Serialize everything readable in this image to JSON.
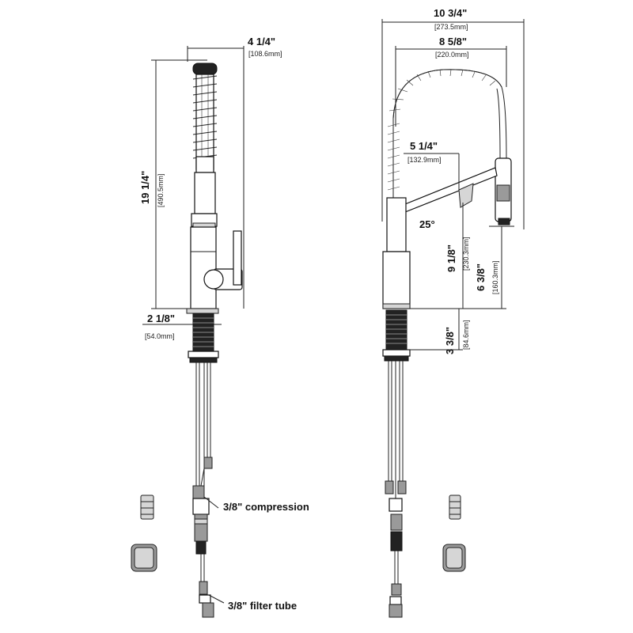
{
  "dimensions": {
    "overall_width": {
      "imperial": "10 3/4\"",
      "metric": "[273.5mm]"
    },
    "spring_width": {
      "imperial": "8 5/8\"",
      "metric": "[220.0mm]"
    },
    "side_depth": {
      "imperial": "4 1/4\"",
      "metric": "[108.6mm]"
    },
    "total_height": {
      "imperial": "19 1/4\"",
      "metric": "[490.5mm]"
    },
    "base_diameter": {
      "imperial": "2 1/8\"",
      "metric": "[54.0mm]"
    },
    "spout_reach": {
      "imperial": "5 1/4\"",
      "metric": "[132.9mm]"
    },
    "spout_angle": {
      "value": "25°"
    },
    "spout_height": {
      "imperial": "9 1/8\"",
      "metric": "[230.3mm]"
    },
    "spray_height": {
      "imperial": "6 3/8\"",
      "metric": "[160.3mm]"
    },
    "shank_length": {
      "imperial": "3 3/8\"",
      "metric": "[84.6mm]"
    }
  },
  "callouts": {
    "compression": "3/8\" compression",
    "filter_tube": "3/8\" filter tube"
  }
}
